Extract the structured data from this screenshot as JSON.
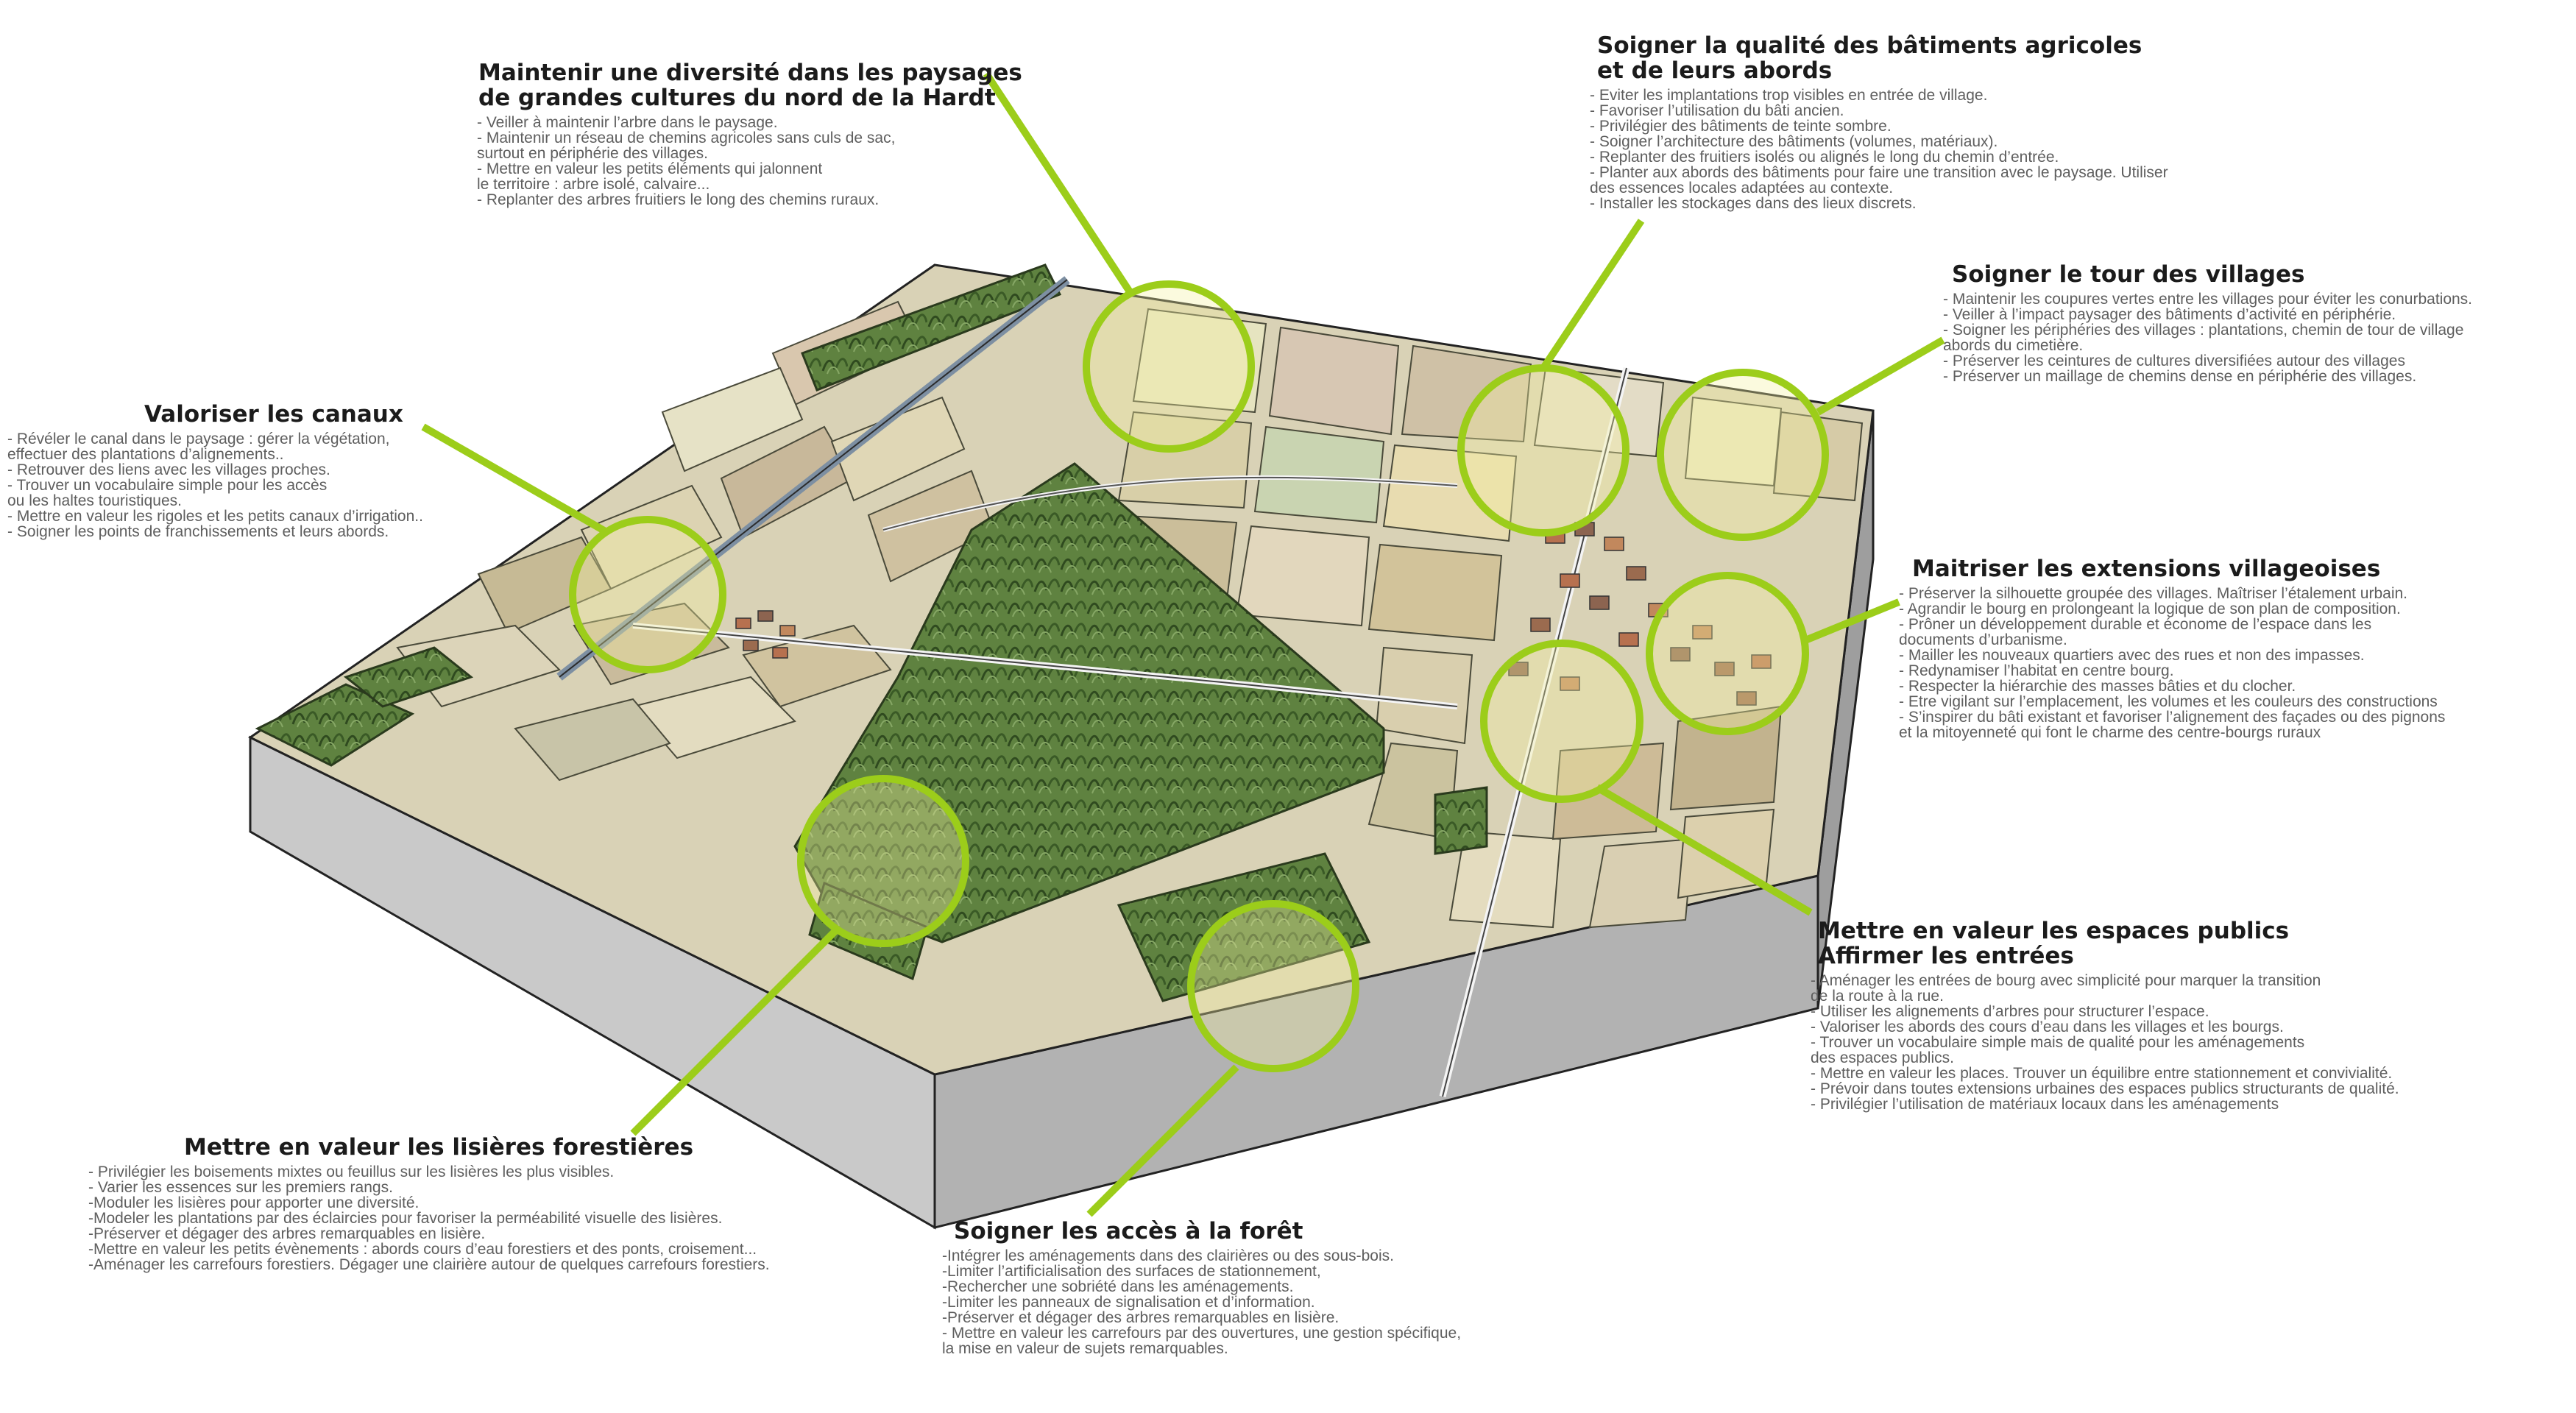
{
  "accent_color": "#9ccd1a",
  "callouts": {
    "hardt": {
      "title": [
        "Maintenir une diversité dans les paysages",
        "de grandes cultures du nord de la Hardt"
      ],
      "items": [
        "- Veiller à maintenir l’arbre dans le paysage.",
        "- Maintenir un réseau de chemins agricoles sans culs de sac,",
        "   surtout en périphérie des villages.",
        "- Mettre en valeur les petits éléments qui jalonnent",
        "   le territoire : arbre isolé, calvaire...",
        "- Replanter des arbres fruitiers  le long des chemins ruraux."
      ]
    },
    "batiments": {
      "title": [
        "Soigner la qualité des bâtiments agricoles",
        "et de leurs abords"
      ],
      "items": [
        "- Eviter les implantations trop visibles en entrée de village.",
        "- Favoriser l’utilisation du bâti ancien.",
        "- Privilégier des bâtiments de teinte sombre.",
        "- Soigner l’architecture des bâtiments (volumes, matériaux).",
        "- Replanter des fruitiers isolés ou alignés le long du chemin d’entrée.",
        "- Planter aux abords des bâtiments pour faire une transition avec le paysage. Utiliser",
        "   des essences locales adaptées au contexte.",
        "- Installer les stockages dans des lieux discrets."
      ]
    },
    "tour": {
      "title": [
        "Soigner le tour des villages"
      ],
      "items": [
        "- Maintenir les coupures vertes entre les villages pour éviter les conurbations.",
        "- Veiller à l’impact paysager des bâtiments d’activité en périphérie.",
        "- Soigner les périphéries des villages : plantations, chemin de tour de village",
        "   abords du cimetière.",
        "- Préserver les ceintures de cultures diversifiées autour des villages",
        "- Préserver un maillage de chemins dense en périphérie des villages."
      ]
    },
    "canaux": {
      "title": [
        "Valoriser les canaux"
      ],
      "items": [
        "- Révéler le canal dans le paysage : gérer la végétation,",
        "  effectuer des plantations d’alignements..",
        "- Retrouver des liens avec les villages proches.",
        "- Trouver un vocabulaire simple pour les accès",
        "    ou les haltes touristiques.",
        "- Mettre en valeur les rigoles et les petits canaux d’irrigation..",
        "- Soigner les points de franchissements et leurs abords."
      ]
    },
    "extensions": {
      "title": [
        "Maitriser les extensions villageoises"
      ],
      "items": [
        "- Préserver la silhouette groupée des villages. Maîtriser l’étalement urbain.",
        "- Agrandir le bourg en prolongeant la logique de son plan de composition.",
        "- Prôner un développement durable et économe de l’espace dans les",
        "   documents d’urbanisme.",
        "- Mailler les nouveaux quartiers avec des rues et non des impasses.",
        "- Redynamiser l’habitat en centre bourg.",
        "- Respecter la hiérarchie des masses bâties et du clocher.",
        "- Etre vigilant sur l’emplacement, les volumes et les couleurs des constructions",
        "- S’inspirer du bâti existant et favoriser l’alignement des façades ou des pignons",
        "  et la mitoyenneté qui font le charme des centre-bourgs ruraux"
      ]
    },
    "espaces": {
      "title": [
        "Mettre en valeur les espaces publics",
        "Affirmer les entrées"
      ],
      "items": [
        "- Aménager les entrées de bourg avec simplicité pour marquer la transition",
        "   de la route à la rue.",
        "- Utiliser les alignements d’arbres pour structurer l’espace.",
        "- Valoriser les abords des cours d’eau dans les villages et les bourgs.",
        "- Trouver un vocabulaire simple mais de qualité pour les aménagements",
        "   des espaces publics.",
        "- Mettre en valeur les places. Trouver un équilibre entre stationnement et convivialité.",
        "- Prévoir dans toutes extensions urbaines des espaces publics structurants de qualité.",
        "- Privilégier l’utilisation de matériaux locaux dans les aménagements"
      ]
    },
    "lisieres": {
      "title": [
        "Mettre en valeur les lisières forestières"
      ],
      "items": [
        "- Privilégier les boisements mixtes ou feuillus sur les lisières les plus visibles.",
        "- Varier les essences sur les premiers rangs.",
        "-Moduler les lisières pour apporter une diversité.",
        "-Modeler les plantations par des éclaircies pour favoriser la perméabilité visuelle des lisières.",
        "-Préserver et dégager des arbres remarquables en lisière.",
        "-Mettre en valeur les petits évènements : abords cours d’eau forestiers et des ponts, croisement...",
        "-Aménager les carrefours forestiers. Dégager une clairière autour de quelques carrefours forestiers."
      ]
    },
    "foret": {
      "title": [
        "Soigner les accès à la forêt"
      ],
      "items": [
        "-Intégrer les aménagements dans des clairières ou des sous-bois.",
        "-Limiter l’artificialisation des surfaces de stationnement,",
        "-Rechercher une sobriété dans les aménagements.",
        "-Limiter les panneaux de signalisation et d’information.",
        "-Préserver et dégager des arbres remarquables en lisière.",
        "- Mettre en valeur les carrefours par des ouvertures, une gestion spécifique,",
        "  la mise en valeur de sujets remarquables."
      ]
    }
  }
}
